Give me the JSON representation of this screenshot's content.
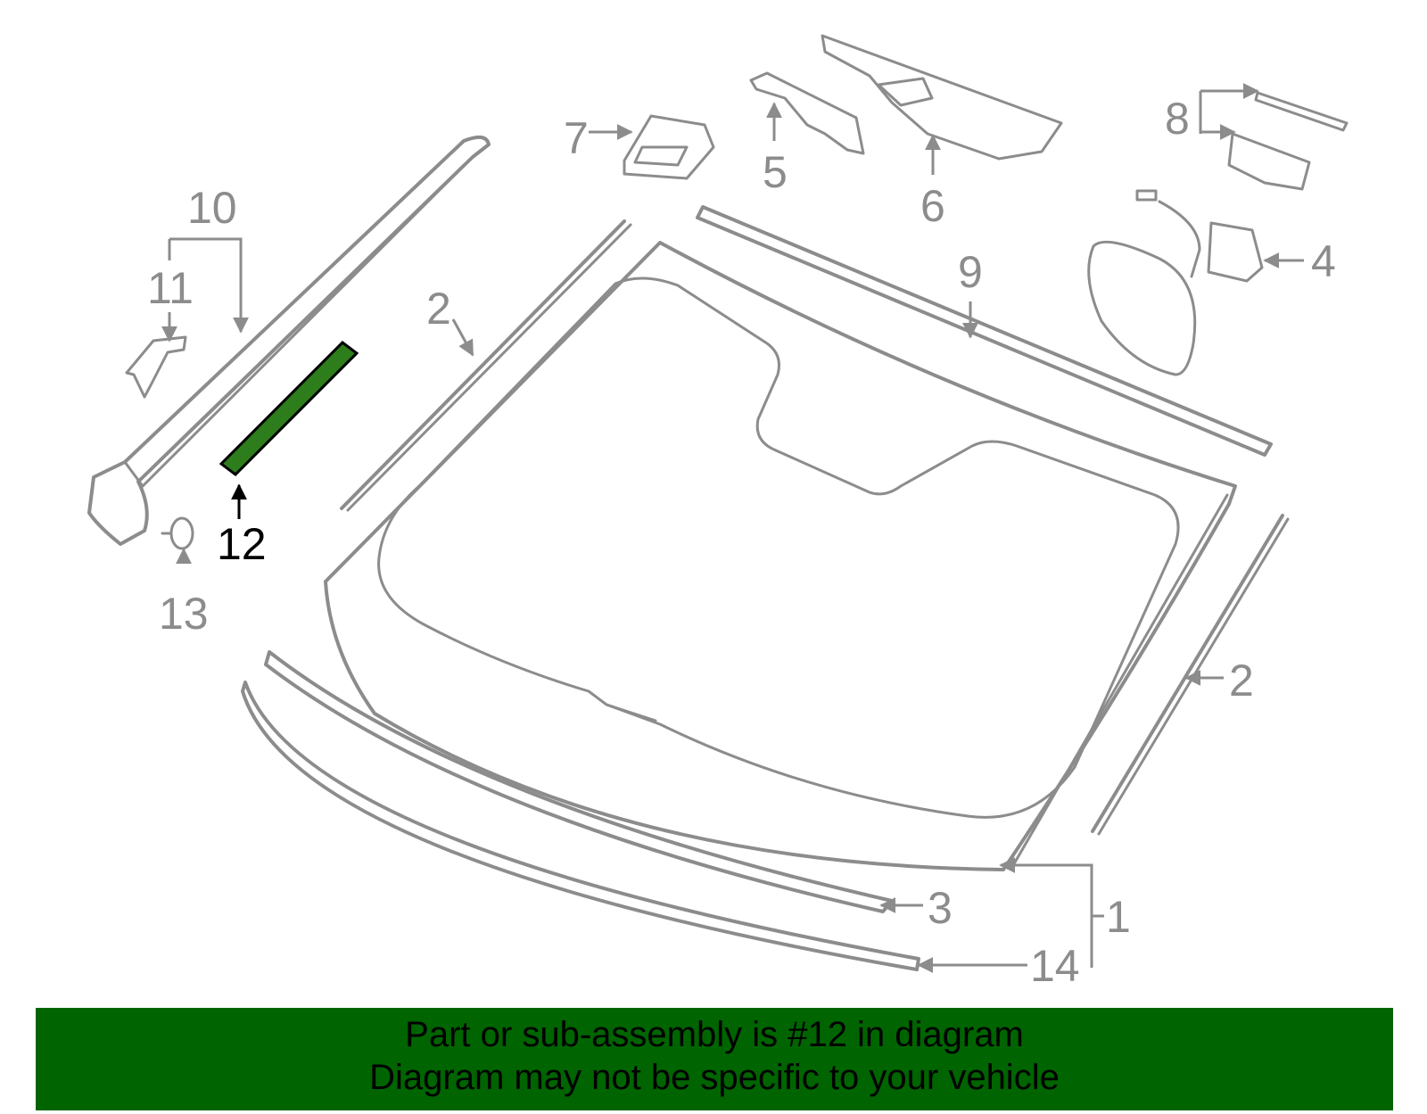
{
  "diagram": {
    "callouts": {
      "c1": "1",
      "c2_left": "2",
      "c2_right": "2",
      "c3": "3",
      "c4": "4",
      "c5": "5",
      "c6": "6",
      "c7": "7",
      "c8": "8",
      "c9": "9",
      "c10": "10",
      "c11": "11",
      "c12": "12",
      "c13": "13",
      "c14": "14"
    },
    "highlighted_part": "12",
    "colors": {
      "outline": "#8c8c8c",
      "highlight_fill": "#2e7d1c",
      "banner": "#006400"
    }
  },
  "banner": {
    "line1": "Part or sub-assembly is #12 in diagram",
    "line2": "Diagram may not be specific to your vehicle"
  }
}
